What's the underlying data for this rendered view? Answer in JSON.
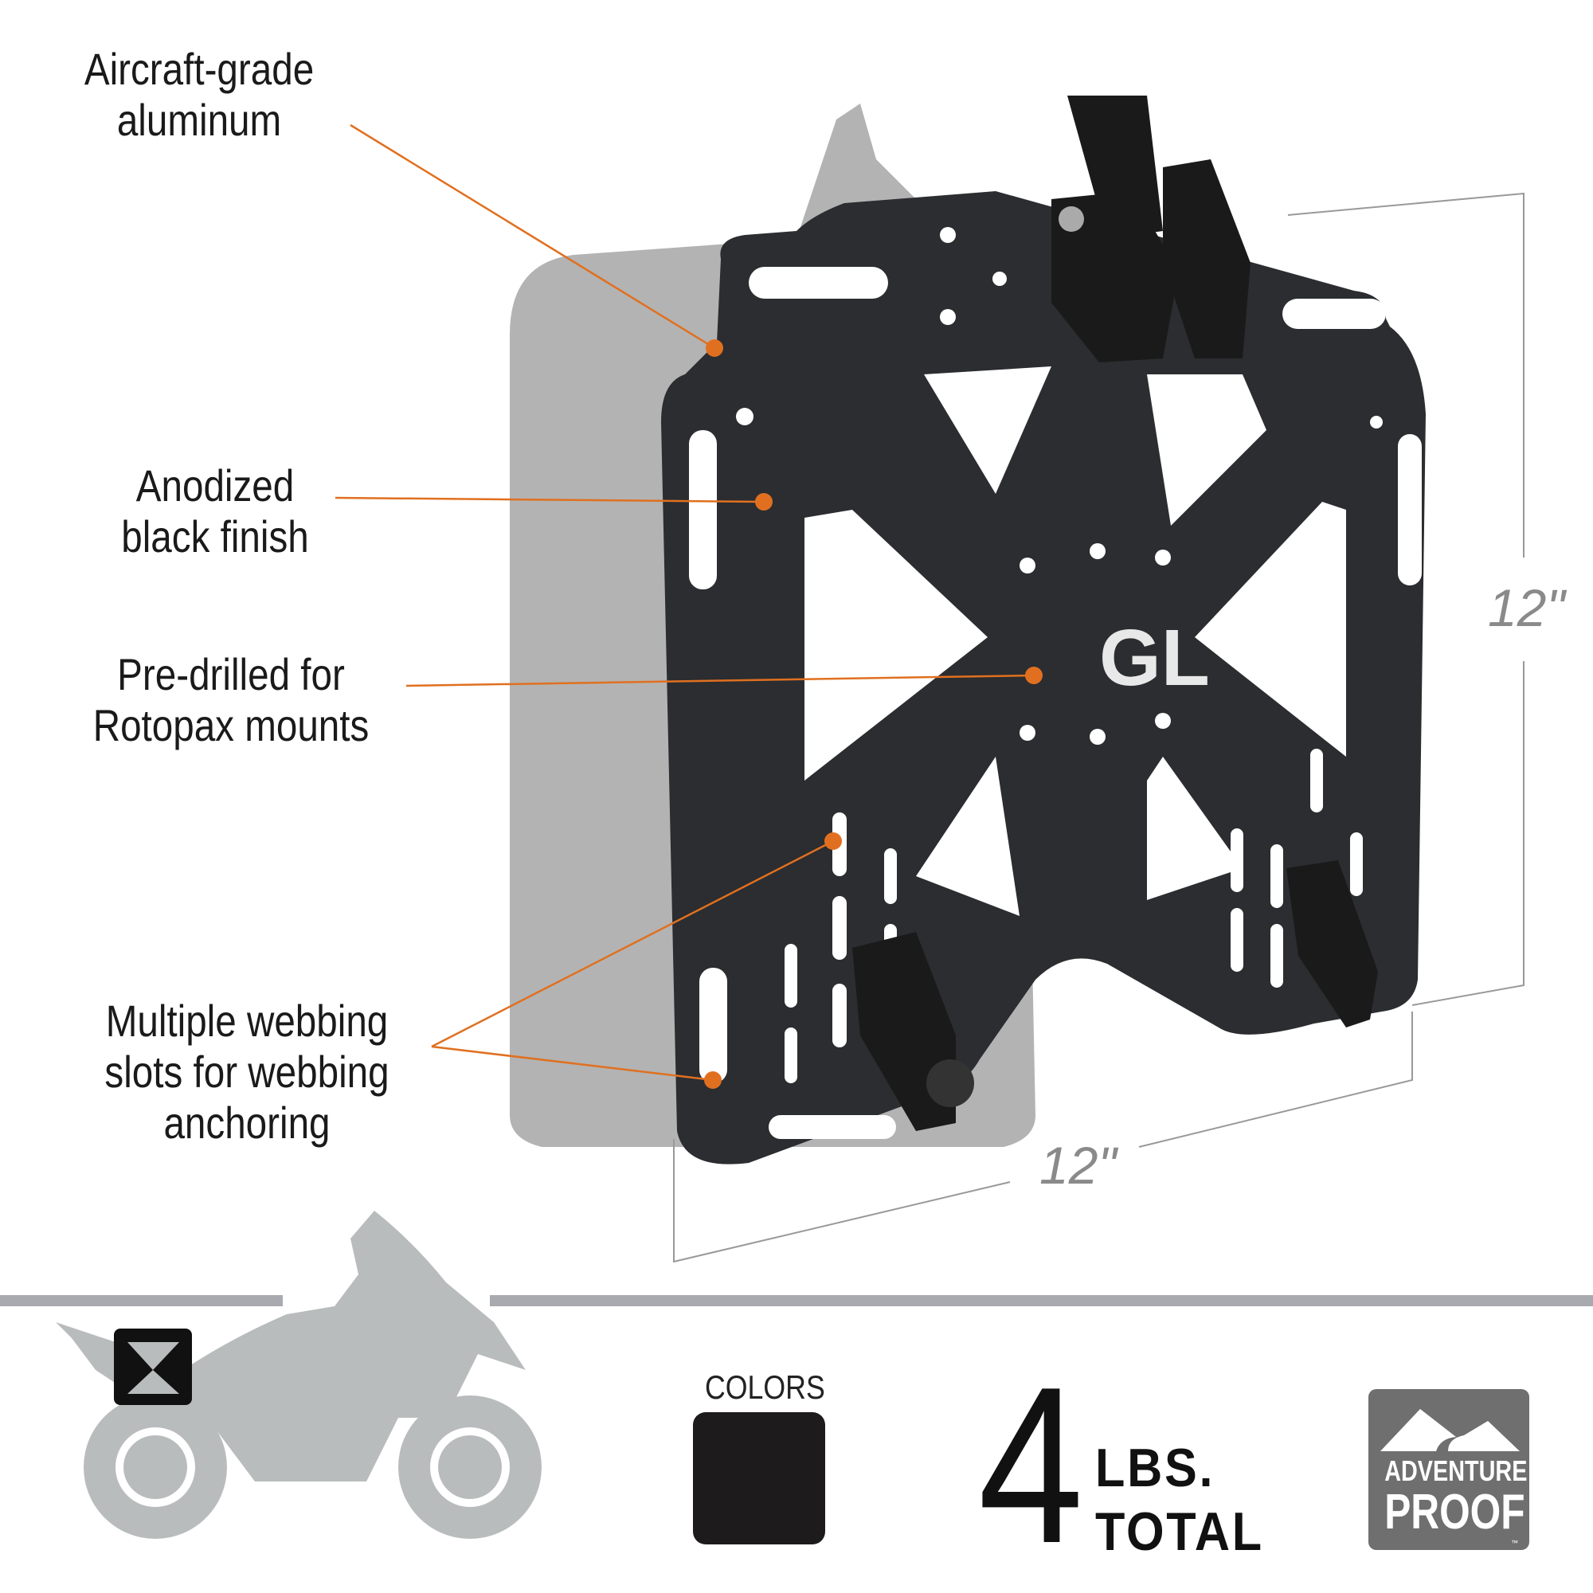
{
  "callouts": [
    {
      "lines": [
        "Aircraft-grade",
        "aluminum"
      ]
    },
    {
      "lines": [
        "Anodized",
        "black finish"
      ]
    },
    {
      "lines": [
        "Pre-drilled for",
        "Rotopax mounts"
      ]
    },
    {
      "lines": [
        "Multiple webbing",
        "slots for webbing",
        "anchoring"
      ]
    }
  ],
  "dimensions": {
    "height": "12\"",
    "width": "12\""
  },
  "plate_logo": "GL",
  "specs": {
    "colors_label": "COLORS",
    "color_swatches": [
      "#1d1b1b"
    ],
    "weight_value": "4",
    "weight_unit": "LBS.",
    "weight_note": "TOTAL"
  },
  "badge": {
    "line1": "ADVENTURE",
    "line2": "PROOF",
    "tm": "™"
  },
  "colors": {
    "accent": "#e07020",
    "plate": "#2b2d30",
    "silhouette": "#b9bcbd",
    "rule": "#a8aab0"
  }
}
